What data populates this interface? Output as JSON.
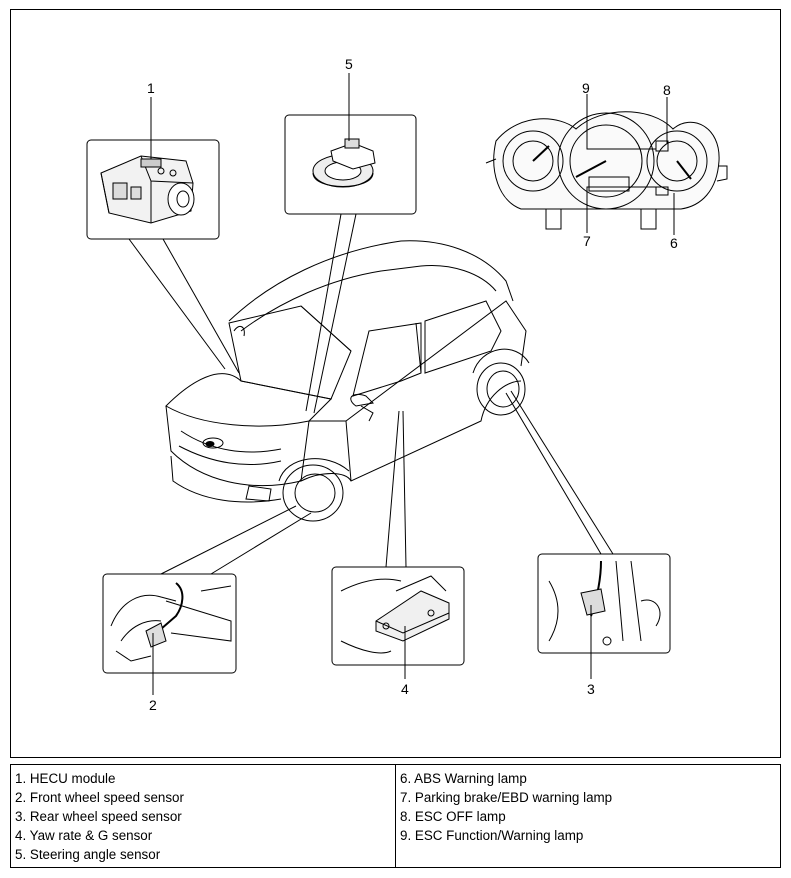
{
  "callouts": {
    "c1": "1",
    "c2": "2",
    "c3": "3",
    "c4": "4",
    "c5": "5",
    "c6": "6",
    "c7": "7",
    "c8": "8",
    "c9": "9"
  },
  "legend": {
    "left": [
      "1. HECU module",
      "2. Front wheel speed sensor",
      "3. Rear wheel speed sensor",
      "4. Yaw rate & G sensor",
      "5. Steering angle sensor"
    ],
    "right": [
      "6. ABS Warning lamp",
      "7. Parking brake/EBD warning lamp",
      "8. ESC OFF lamp",
      "9. ESC Function/Warning lamp"
    ]
  }
}
